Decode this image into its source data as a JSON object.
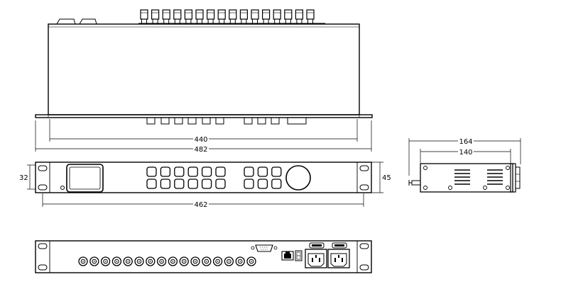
{
  "dimensions": {
    "top_inner_width": "440",
    "top_outer_width": "482",
    "front_height": "32",
    "front_height_outer": "45",
    "front_width": "462",
    "side_depth_outer": "164",
    "side_depth_inner": "140"
  },
  "counts": {
    "top_connectors": 16,
    "rear_connectors": 16,
    "front_buttons_left_per_row": 6,
    "front_buttons_right_per_row": 3
  },
  "colors": {
    "line": "#000000",
    "background": "#ffffff"
  }
}
